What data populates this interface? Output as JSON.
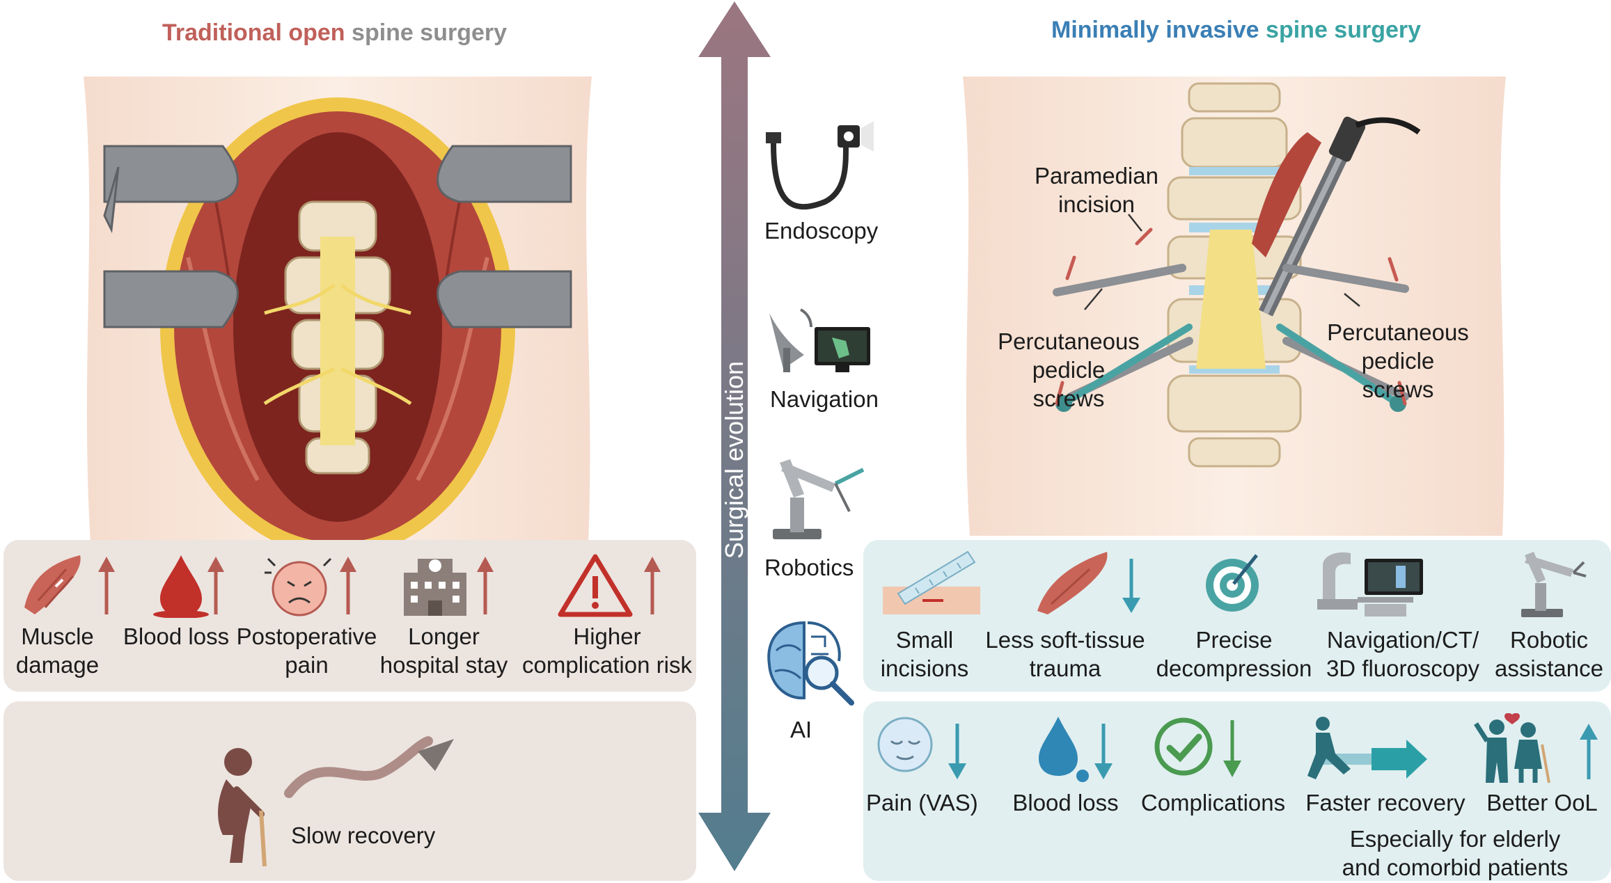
{
  "left_title": {
    "part1": "Traditional open",
    "part2": "spine surgery"
  },
  "right_title": {
    "part1": "Minimally invasive",
    "part2": "spine surgery"
  },
  "axis_label": "Surgical evolution",
  "tech": [
    {
      "label": "Endoscopy",
      "icon": "endoscope-icon"
    },
    {
      "label": "Navigation",
      "icon": "navigation-icon"
    },
    {
      "label": "Robotics",
      "icon": "robotic-arm-icon"
    },
    {
      "label": "AI",
      "icon": "ai-brain-icon"
    }
  ],
  "open_drawbacks": [
    {
      "line1": "Muscle",
      "line2": "damage"
    },
    {
      "line1": "Blood loss",
      "line2": ""
    },
    {
      "line1": "Postoperative",
      "line2": "pain"
    },
    {
      "line1": "Longer",
      "line2": "hospital stay"
    },
    {
      "line1": "Higher",
      "line2": "complication risk"
    }
  ],
  "slow_recovery": "Slow recovery",
  "mis_labels": {
    "paramedian": {
      "line1": "Paramedian",
      "line2": "incision"
    },
    "screws_left": {
      "line1": "Percutaneous",
      "line2": "pedicle",
      "line3": "screws"
    },
    "screws_right": {
      "line1": "Percutaneous",
      "line2": "pedicle",
      "line3": "screws"
    }
  },
  "mis_features": [
    {
      "line1": "Small",
      "line2": "incisions"
    },
    {
      "line1": "Less soft-tissue",
      "line2": "trauma"
    },
    {
      "line1": "Precise",
      "line2": "decompression"
    },
    {
      "line1": "Navigation/CT/",
      "line2": "3D fluoroscopy"
    },
    {
      "line1": "Robotic",
      "line2": "assistance"
    }
  ],
  "mis_outcomes": [
    "Pain (VAS)",
    "Blood loss",
    "Complications",
    "Faster recovery",
    "Better OoL"
  ],
  "elderly_note": {
    "line1": "Especially for elderly",
    "line2": "and comorbid patients"
  },
  "colors": {
    "red_accent": "#c0605a",
    "gray_text": "#8e8e8e",
    "blue_accent": "#3a7fb5",
    "teal_accent": "#3aa3a3",
    "arrow_top": "#9b7680",
    "arrow_bottom": "#537d8e"
  }
}
